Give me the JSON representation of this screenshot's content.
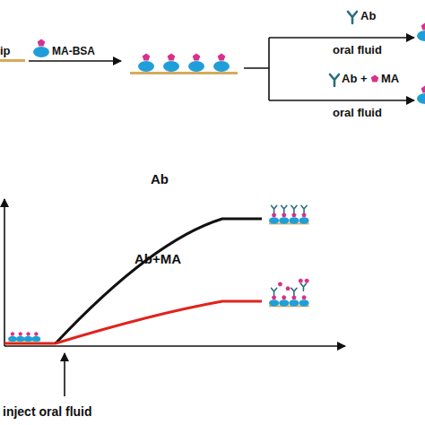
{
  "diagram": {
    "labels": [
      "ip",
      "MA-BSA",
      "Ab",
      "oral fluid",
      "Ab +",
      "MA",
      "oral fluid",
      "Ab",
      "Ab+MA",
      "inject oral fluid"
    ]
  }
}
